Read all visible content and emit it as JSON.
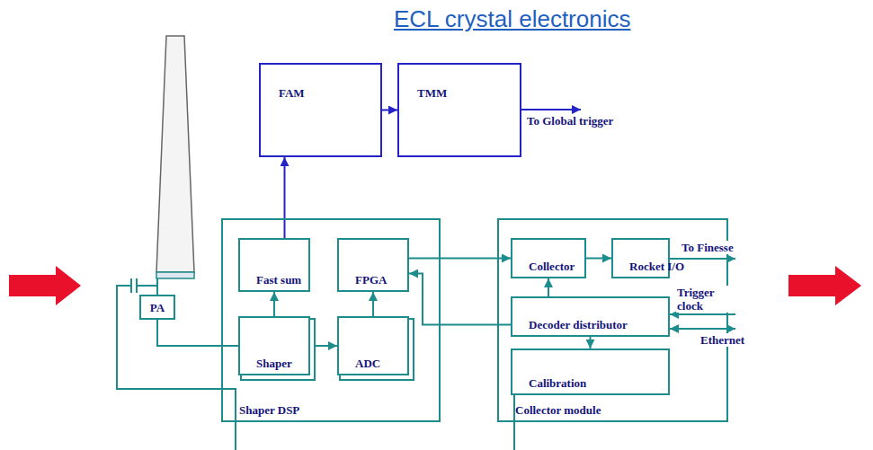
{
  "diagram": {
    "title": "ECL crystal electronics",
    "nodes": [
      {
        "text": [
          "FAM"
        ]
      },
      {
        "text": [
          "TMM"
        ]
      },
      {
        "text": [
          "Shaper DSP"
        ]
      },
      {
        "text": [
          "Fast sum"
        ],
        "in": 2
      },
      {
        "text": [
          "FPGA"
        ],
        "in": 2
      },
      {
        "text": [
          "Shaper"
        ],
        "in": 2
      },
      {
        "text": [
          "ADC"
        ],
        "in": 2
      },
      {
        "text": [
          "PA"
        ]
      },
      {
        "text": [
          "Collector module"
        ]
      },
      {
        "text": [
          "Collector"
        ],
        "in": 8
      },
      {
        "text": [
          "Rocket I/O"
        ],
        "in": 8
      },
      {
        "text": [
          "Decoder distributor"
        ],
        "in": 8
      },
      {
        "text": [
          "Calibration"
        ],
        "in": 8
      }
    ],
    "edges": [
      {
        "from": 0,
        "to": 1,
        "arrow": "to"
      },
      {
        "from": 3,
        "to": 0,
        "arrow": "to"
      },
      {
        "from": 5,
        "to": 3,
        "arrow": "to"
      },
      {
        "from": 5,
        "to": 6,
        "arrow": "to"
      },
      {
        "from": 6,
        "to": 4,
        "arrow": "to"
      },
      {
        "from": 4,
        "to": 9,
        "arrow": "to"
      },
      {
        "from": 9,
        "to": 10,
        "arrow": "to"
      },
      {
        "from": 11,
        "to": 9,
        "arrow": "to"
      },
      {
        "from": 11,
        "to": 4,
        "arrow": "to"
      },
      {
        "from": 11,
        "to": 12,
        "arrow": "to"
      },
      {
        "from": 7,
        "to": 5,
        "arrow": "none"
      }
    ],
    "labels": [
      "To Global trigger",
      "To Finesse",
      "Trigger clock",
      "Ethernet"
    ]
  }
}
